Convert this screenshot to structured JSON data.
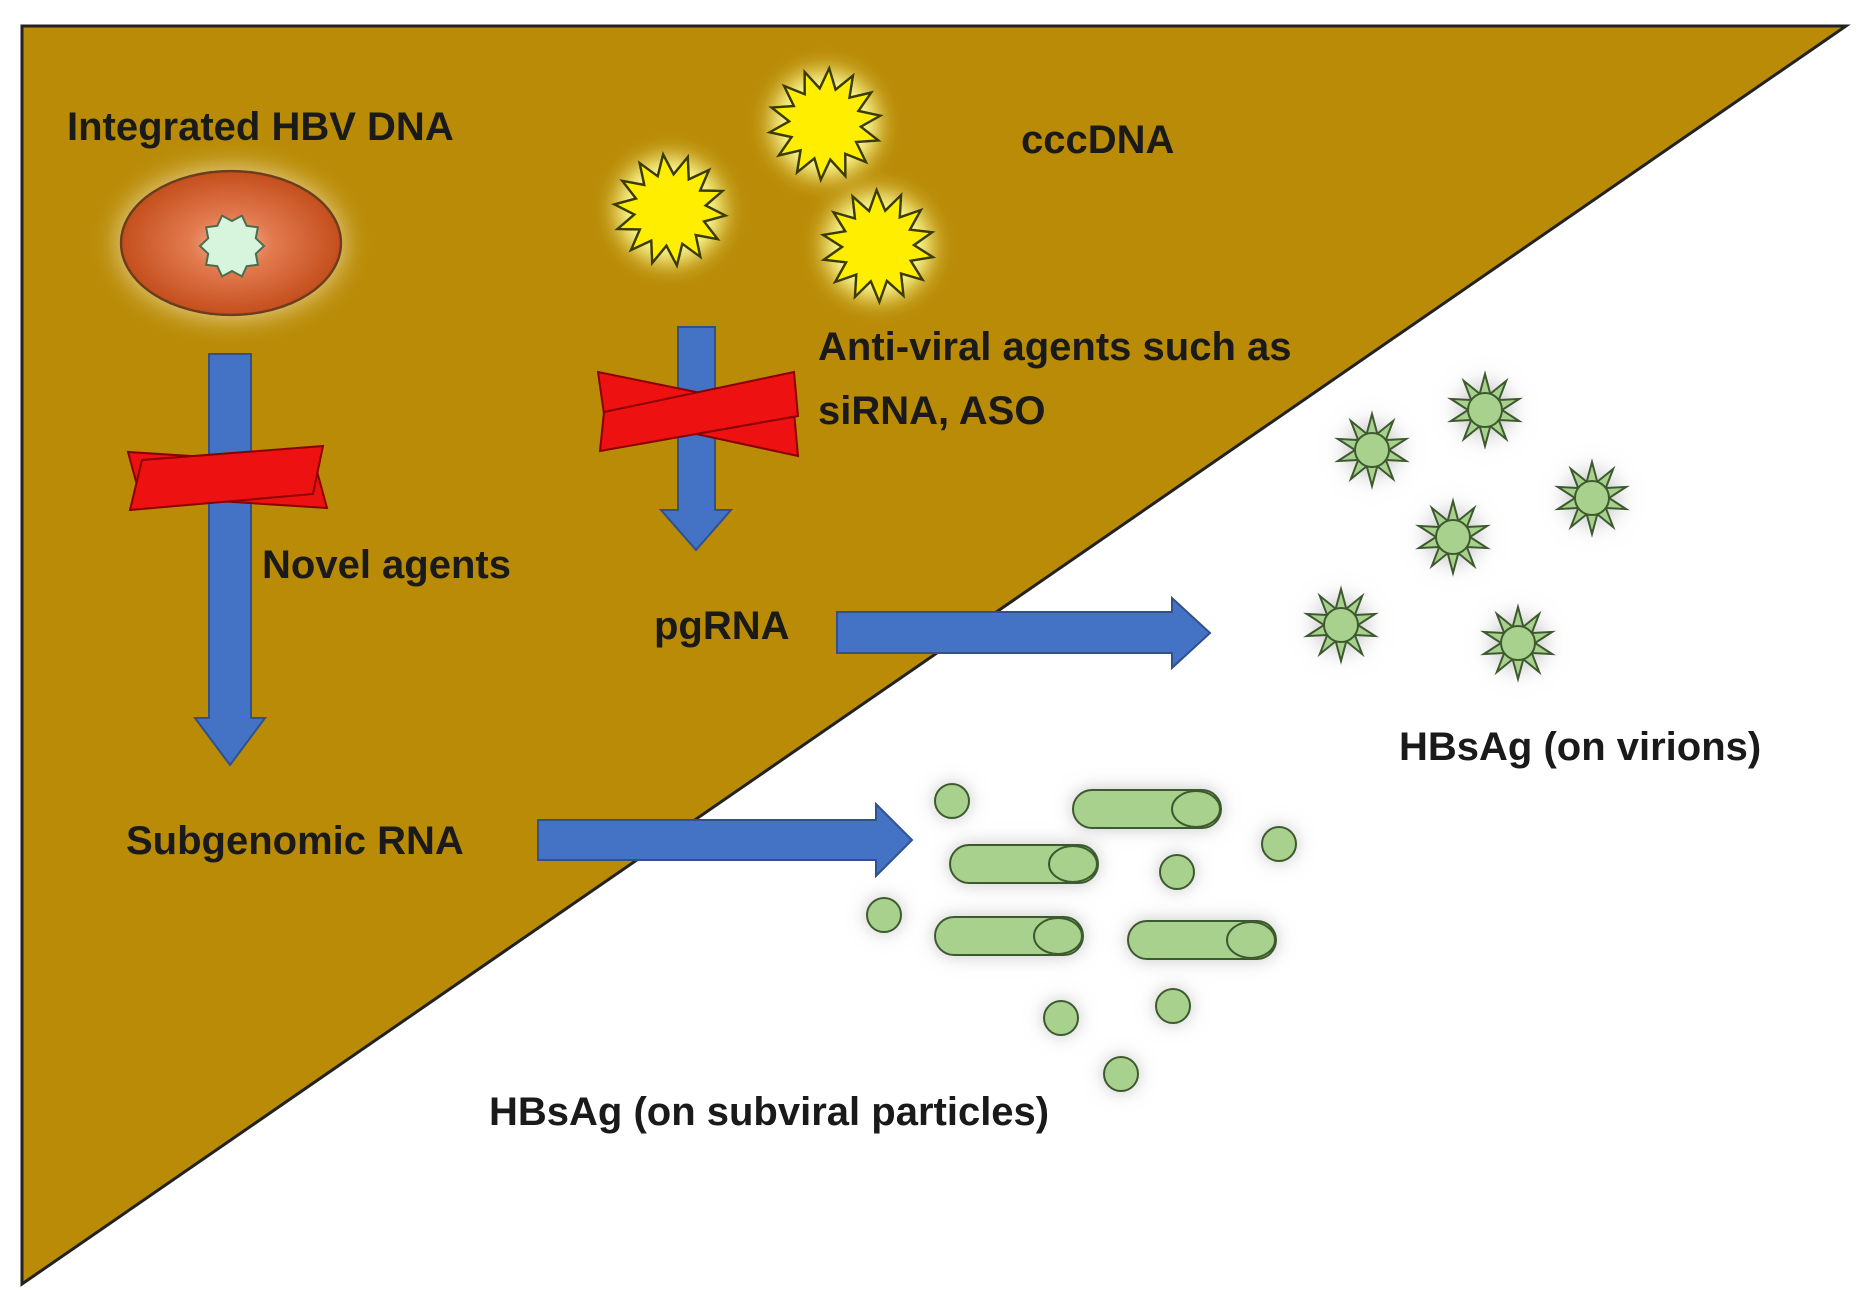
{
  "colors": {
    "cell_region": "#b98b06",
    "arrow_blue": "#4472c4",
    "block_red": "#ee1111",
    "nucleus_orange": "#c8511f",
    "cccdna_yellow": "#ffee00",
    "hbsag_green": "#a9d18e",
    "text": "#1a1a1a"
  },
  "labels": {
    "integrated_hbv_dna": "Integrated HBV DNA",
    "cccdna": "cccDNA",
    "antiviral_line1": "Anti-viral agents such as",
    "antiviral_line2": "siRNA, ASO",
    "novel_agents": "Novel agents",
    "pgrna": "pgRNA",
    "subgenomic_rna": "Subgenomic RNA",
    "hbsag_virions": "HBsAg (on virions)",
    "hbsag_subviral": "HBsAg (on subviral particles)"
  },
  "icons": {
    "blocked": "red-x-icon",
    "cccdna": "starburst-icon",
    "virion": "spiky-virion-icon",
    "subviral_sphere": "green-sphere-icon",
    "subviral_filament": "green-filament-icon"
  }
}
